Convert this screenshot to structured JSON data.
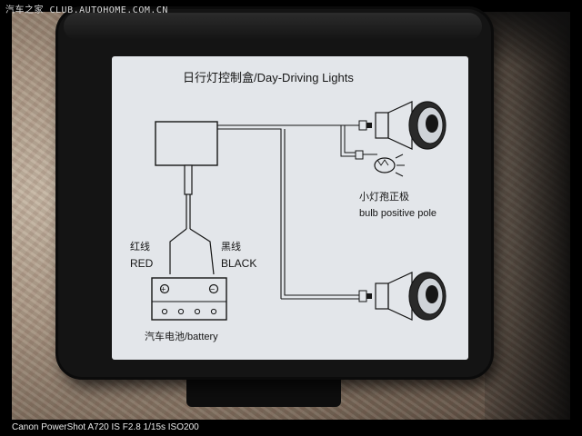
{
  "watermark": "汽车之家 CLUB.AUTOHOME.COM.CN",
  "caption": "Canon PowerShot A720 IS F2.8 1/15s ISO200",
  "label": {
    "title": "日行灯控制盒/Day-Driving Lights",
    "red_cn": "红线",
    "red_en": "RED",
    "black_cn": "黑线",
    "black_en": "BLACK",
    "battery": "汽车电池/battery",
    "bulb_cn": "小灯孢正极",
    "bulb_en": "bulb positive pole",
    "plus1": "+",
    "minus": "−"
  },
  "colors": {
    "label_bg": "#e3e6ea",
    "ink": "#161616",
    "housing": "#141414"
  },
  "icons": [
    "headlight-icon",
    "small-bulb-icon",
    "battery-icon",
    "connector-icon"
  ]
}
